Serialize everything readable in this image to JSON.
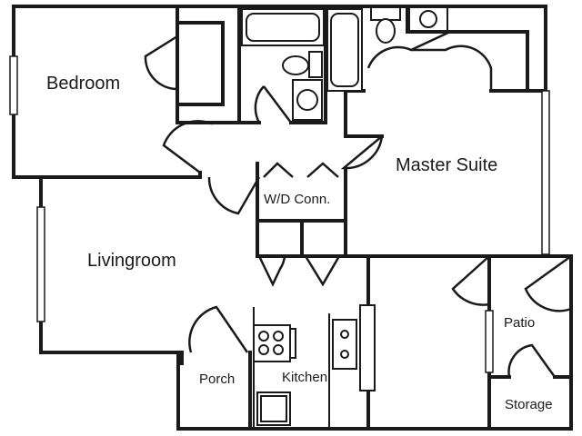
{
  "rooms": {
    "bedroom": "Bedroom",
    "master_suite": "Master Suite",
    "wd_conn": "W/D Conn.",
    "livingroom": "Livingroom",
    "patio": "Patio",
    "porch": "Porch",
    "kitchen": "Kitchen",
    "storage": "Storage"
  },
  "colors": {
    "line": "#1a1a1a",
    "background": "#ffffff"
  }
}
